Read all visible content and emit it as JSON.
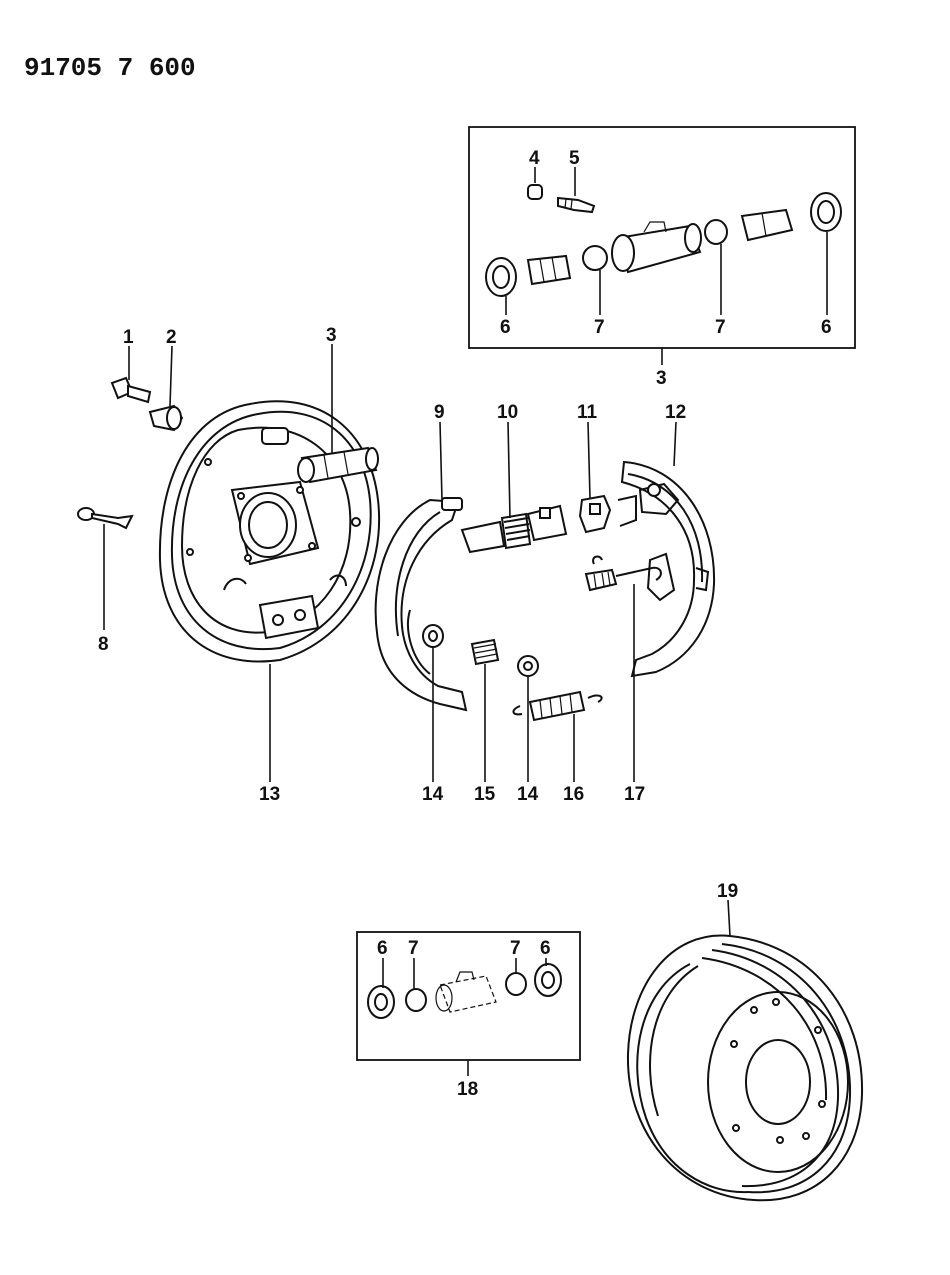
{
  "header": {
    "diagram_code": "91705 7 600"
  },
  "callouts": [
    {
      "id": "c1",
      "text": "1"
    },
    {
      "id": "c2",
      "text": "2"
    },
    {
      "id": "c3",
      "text": "3"
    },
    {
      "id": "c3b",
      "text": "3"
    },
    {
      "id": "c4",
      "text": "4"
    },
    {
      "id": "c5",
      "text": "5"
    },
    {
      "id": "c6a",
      "text": "6"
    },
    {
      "id": "c6b",
      "text": "6"
    },
    {
      "id": "c7a",
      "text": "7"
    },
    {
      "id": "c7b",
      "text": "7"
    },
    {
      "id": "c8",
      "text": "8"
    },
    {
      "id": "c9",
      "text": "9"
    },
    {
      "id": "c10",
      "text": "10"
    },
    {
      "id": "c11",
      "text": "11"
    },
    {
      "id": "c12",
      "text": "12"
    },
    {
      "id": "c13",
      "text": "13"
    },
    {
      "id": "c14a",
      "text": "14"
    },
    {
      "id": "c15",
      "text": "15"
    },
    {
      "id": "c14b",
      "text": "14"
    },
    {
      "id": "c16",
      "text": "16"
    },
    {
      "id": "c17",
      "text": "17"
    },
    {
      "id": "c18",
      "text": "18"
    },
    {
      "id": "c19",
      "text": "19"
    },
    {
      "id": "c6c",
      "text": "6"
    },
    {
      "id": "c7c",
      "text": "7"
    },
    {
      "id": "c7d",
      "text": "7"
    },
    {
      "id": "c6d",
      "text": "6"
    }
  ]
}
